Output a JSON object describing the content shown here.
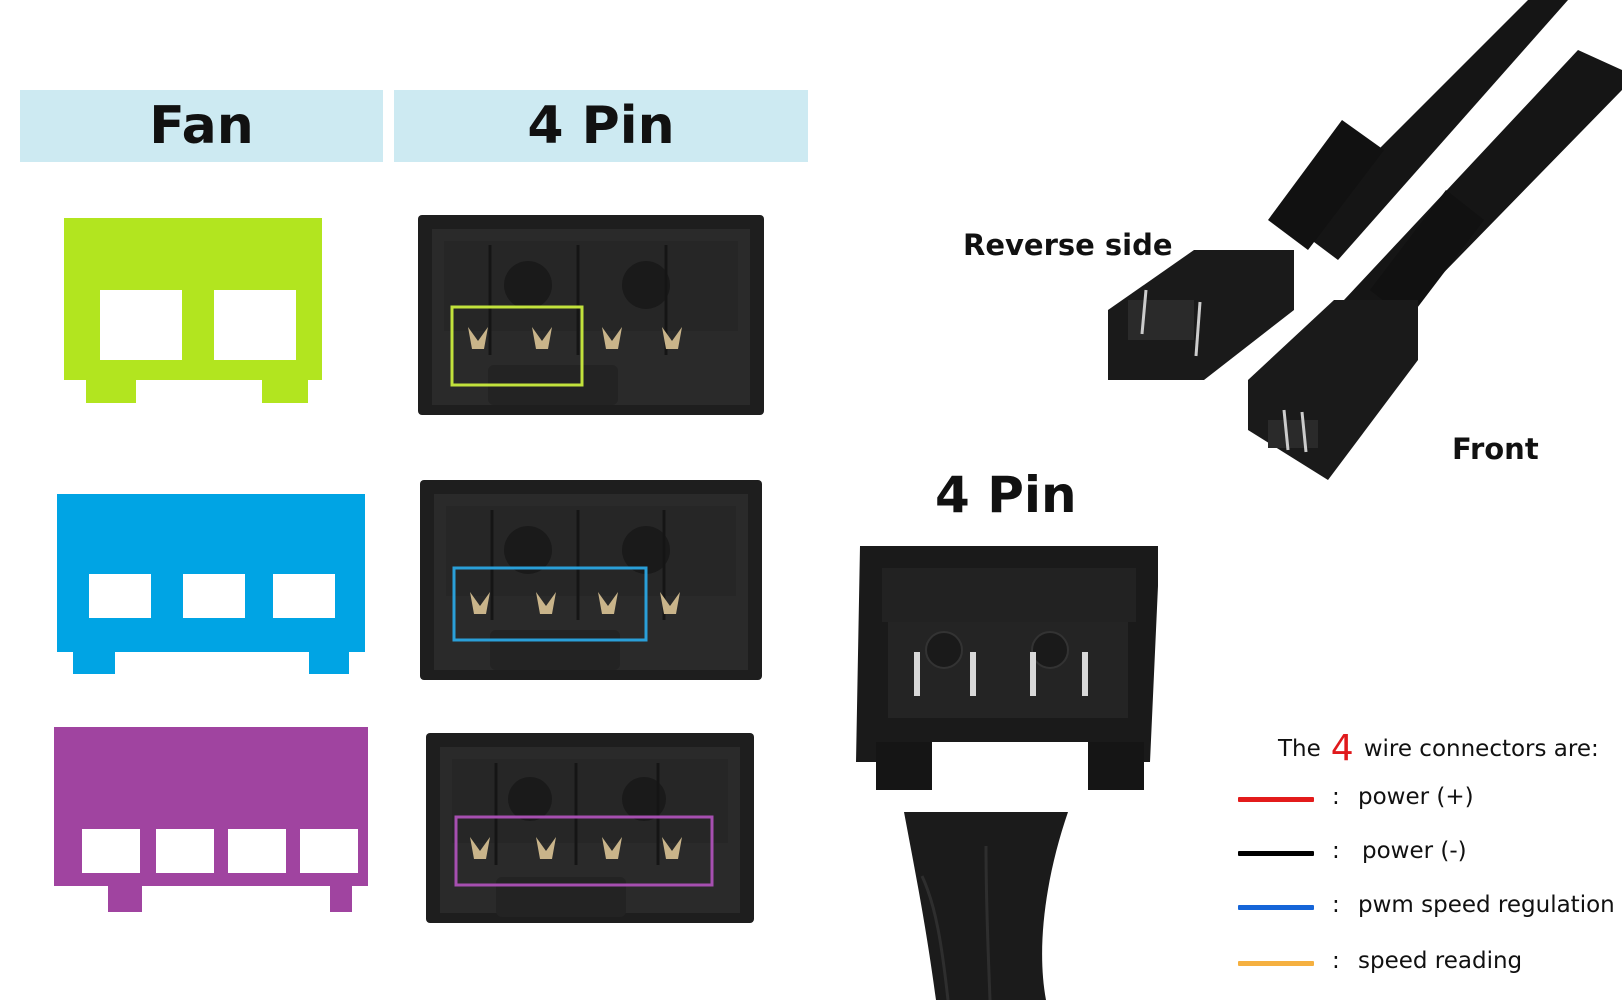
{
  "headers": {
    "fan": "Fan",
    "pin": "4 Pin"
  },
  "cable": {
    "reverse_label": "Reverse side",
    "front_label": "Front",
    "pin_label": "4 Pin"
  },
  "legend": {
    "title_before": "The",
    "title_number": "4",
    "title_after": "wire connectors are:",
    "items": [
      {
        "color": "#e31b1b",
        "colon": ":",
        "label": "power (+)"
      },
      {
        "color": "#000000",
        "colon": ":",
        "label": "power (-)"
      },
      {
        "color": "#1565d8",
        "colon": ":",
        "label": "pwm speed regulation"
      },
      {
        "color": "#f5b040",
        "colon": ":",
        "label": "speed reading"
      }
    ]
  },
  "fan_colors": [
    "#b2e51f",
    "#00a4e4",
    "#a044a0"
  ],
  "highlight_colors": [
    "#c2e23c",
    "#2a9fd8",
    "#a64fb0"
  ]
}
